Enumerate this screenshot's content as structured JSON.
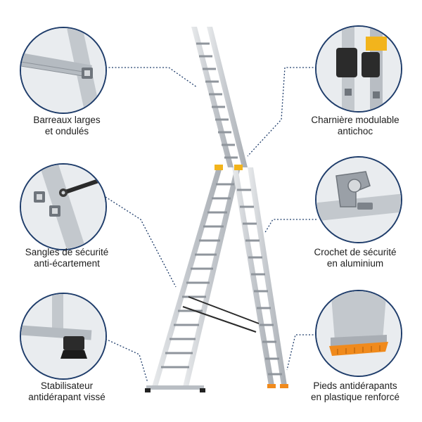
{
  "callouts": [
    {
      "id": "rungs",
      "line1": "Barreaux larges",
      "line2": "et ondulés",
      "icon": "rung-closeup-icon"
    },
    {
      "id": "hinge",
      "line1": "Charnière modulable",
      "line2": "antichoc",
      "icon": "hinge-closeup-icon"
    },
    {
      "id": "straps",
      "line1": "Sangles de sécurité",
      "line2": "anti-écartement",
      "icon": "strap-closeup-icon"
    },
    {
      "id": "hook",
      "line1": "Crochet de sécurité",
      "line2": "en aluminium",
      "icon": "hook-closeup-icon"
    },
    {
      "id": "stabilizer",
      "line1": "Stabilisateur",
      "line2": "antidérapant vissé",
      "icon": "stabilizer-closeup-icon"
    },
    {
      "id": "feet",
      "line1": "Pieds antidérapants",
      "line2": "en plastique renforcé",
      "icon": "foot-closeup-icon"
    }
  ],
  "colors": {
    "line": "#1f3d6b",
    "aluminium": "#c9cdd2",
    "aluminium_dark": "#9aa0a7",
    "yellow": "#f2b41c",
    "orange": "#f08a1c",
    "strap": "#2a2a2a"
  }
}
